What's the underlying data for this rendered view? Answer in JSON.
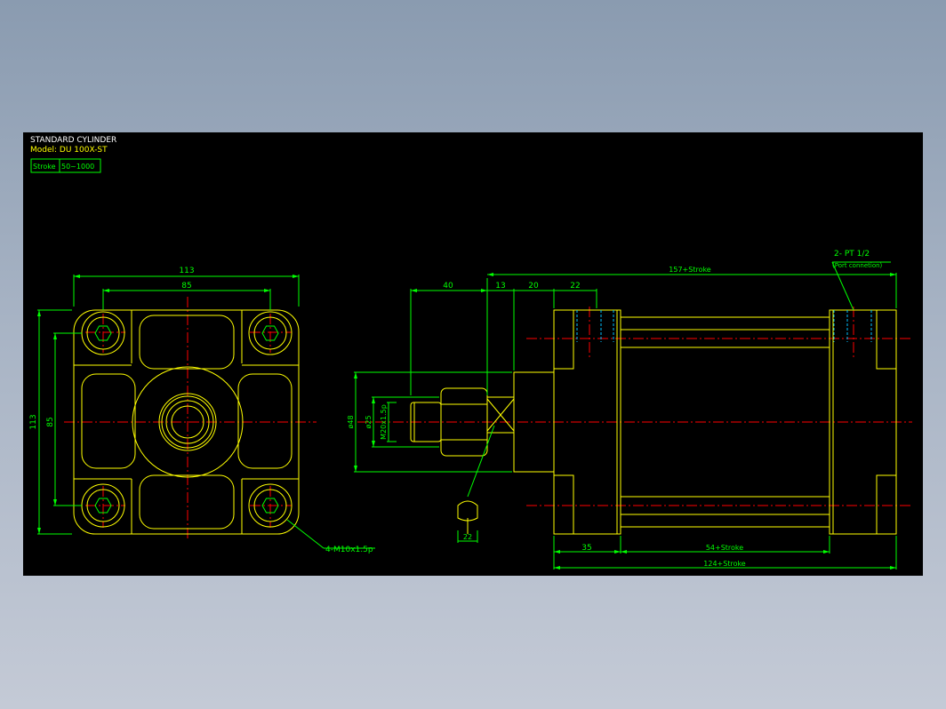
{
  "colors": {
    "background": "#000000",
    "body_line": "#ffff00",
    "dimension": "#00ff00",
    "centerline": "#ff0000",
    "title_text": "#ffffff",
    "port_line": "#00ffff",
    "hidden": "#00bfff",
    "window_gradient_top": "#8a9bb0",
    "window_gradient_bottom": "#c4cad6"
  },
  "title": {
    "heading": "STANDARD CYLINDER",
    "model": "Model:  DU 100X-ST",
    "stroke_label": "Stroke",
    "stroke_range": "50~1000"
  },
  "front_view": {
    "dim_width_outer": "113",
    "dim_width_bolt": "85",
    "dim_height_outer": "113",
    "dim_height_bolt": "85",
    "thread_callout": "4-M10x1.5p"
  },
  "side_view": {
    "dim_40": "40",
    "dim_13": "13",
    "dim_20": "20",
    "dim_22_top": "22",
    "dim_total": "157+Stroke",
    "dim_phi48": "ø48",
    "dim_phi25": "ø25",
    "dim_thread": "M20x1.5p",
    "dim_22_wrench": "22",
    "dim_35": "35",
    "dim_54": "54+Stroke",
    "dim_124": "124+Stroke",
    "port_callout": "2-  PT 1/2",
    "port_note": "(Port connetion)"
  }
}
